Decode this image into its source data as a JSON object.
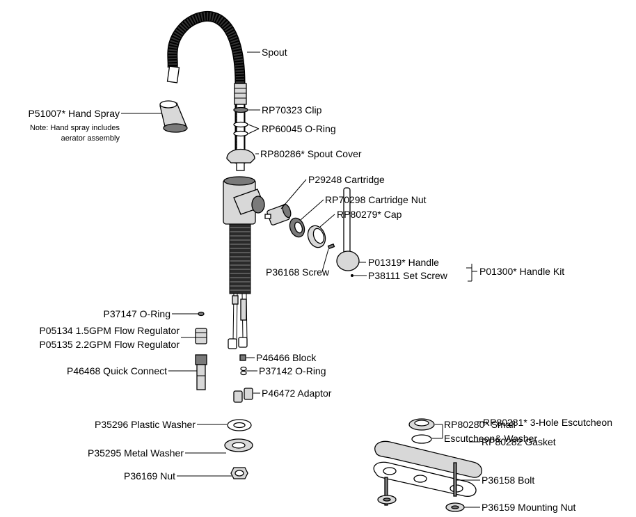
{
  "labels": {
    "spout": "Spout",
    "hand_spray": "P51007* Hand Spray",
    "hand_spray_note_1": "Note: Hand spray includes",
    "hand_spray_note_2": "aerator assembly",
    "clip": "RP70323 Clip",
    "oring_60045": "RP60045 O-Ring",
    "spout_cover": "RP80286* Spout Cover",
    "cartridge": "P29248 Cartridge",
    "cartridge_nut": "RP70298 Cartridge Nut",
    "cap": "RP80279* Cap",
    "screw": "P36168 Screw",
    "handle": "P01319* Handle",
    "set_screw": "P38111 Set Screw",
    "handle_kit": "P01300* Handle Kit",
    "oring_37147": "P37147 O-Ring",
    "flow_reg_15": "P05134 1.5GPM Flow Regulator",
    "flow_reg_22": "P05135 2.2GPM Flow Regulator",
    "quick_connect": "P46468 Quick Connect",
    "block": "P46466 Block",
    "oring_37142": "P37142 O-Ring",
    "adaptor": "P46472 Adaptor",
    "small_escutcheon_1": "RP80280* Small",
    "small_escutcheon_2": "Escutcheon& Washer",
    "escutcheon_3hole": "RP80281* 3-Hole Escutcheon",
    "plastic_washer": "P35296 Plastic Washer",
    "gasket": "RP80282 Gasket",
    "metal_washer": "P35295 Metal Washer",
    "nut": "P36169 Nut",
    "bolt": "P36158 Bolt",
    "mounting_nut": "P36159 Mounting Nut"
  }
}
